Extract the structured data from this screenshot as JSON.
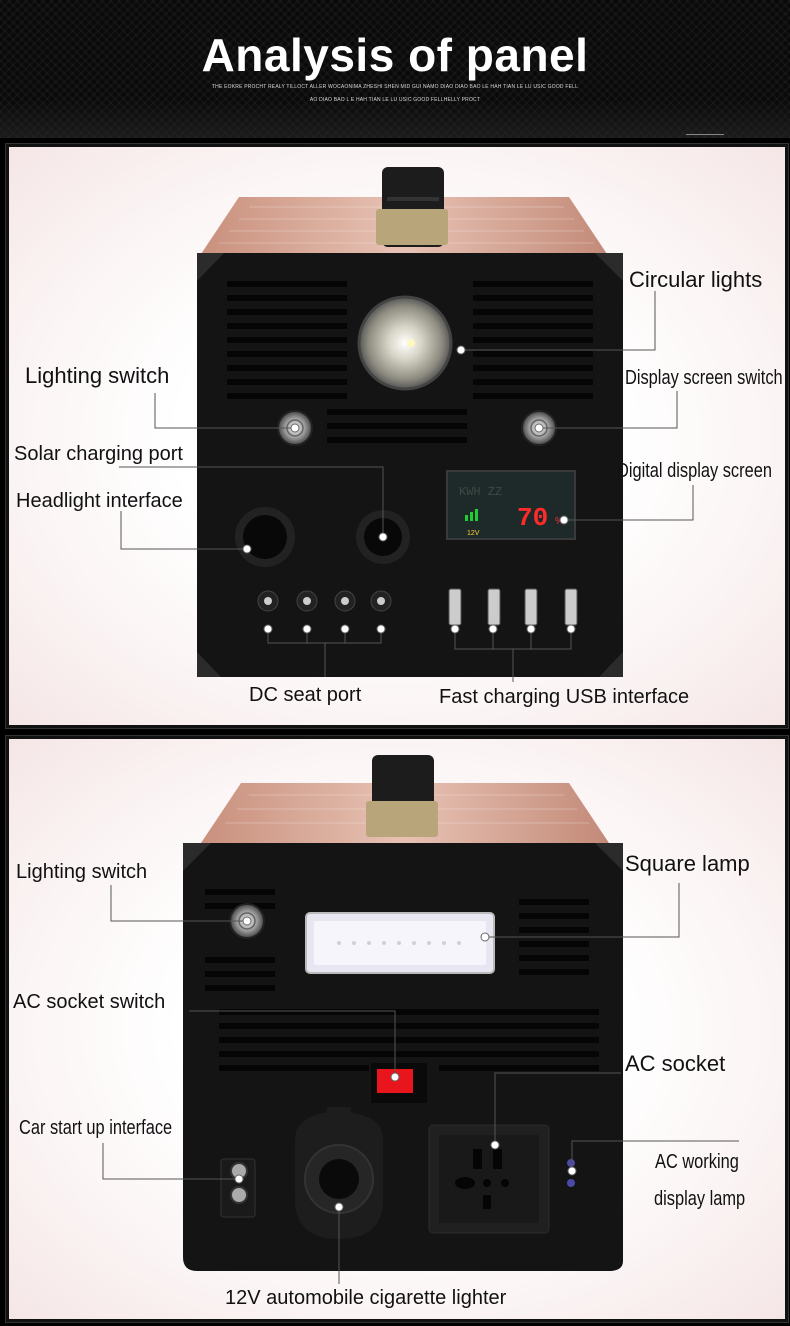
{
  "header": {
    "title": "Analysis of panel",
    "subtitle_line1": "THE EOKRE PROCHT REALY TILLOCT ALLER WOCAONIMA ZHESHI SHEN MID GUI NAMO DIAO DIAO BAO LE HAH TIAN LE LU USIC GOOD FELL",
    "subtitle_line2": "AO DIAO BAO L E HAH TIAN LE LU USIC GOOD FELLHELLY PROCT"
  },
  "front_panel": {
    "labels": {
      "circular_lights": "Circular lights",
      "lighting_switch": "Lighting switch",
      "display_screen_switch": "Display screen switch",
      "solar_charging_port": "Solar charging port",
      "digital_display_screen": "Digital display screen",
      "headlight_interface": "Headlight interface",
      "dc_seat_port": "DC seat port",
      "fast_charging_usb": "Fast charging USB interface"
    },
    "display": {
      "percent": "70",
      "unit": "%",
      "voltage": "12V",
      "top_text": "KWH  ZZ"
    }
  },
  "back_panel": {
    "labels": {
      "lighting_switch": "Lighting switch",
      "square_lamp": "Square lamp",
      "ac_socket_switch": "AC socket switch",
      "ac_socket": "AC socket",
      "car_start_up": "Car start up interface",
      "ac_working_line1": "AC working",
      "ac_working_line2": "display lamp",
      "cigarette_lighter": "12V automobile cigarette lighter"
    }
  },
  "colors": {
    "casing_rose_gold": "#d9aa9a",
    "panel_black": "#141414",
    "display_red": "#ff2a2a",
    "display_green": "#22cc33",
    "switch_red": "#e8161c"
  },
  "icons": [
    "power-button-icon",
    "usb-port-icon",
    "dc-port-icon",
    "ac-socket-icon",
    "led-lamp-icon"
  ]
}
